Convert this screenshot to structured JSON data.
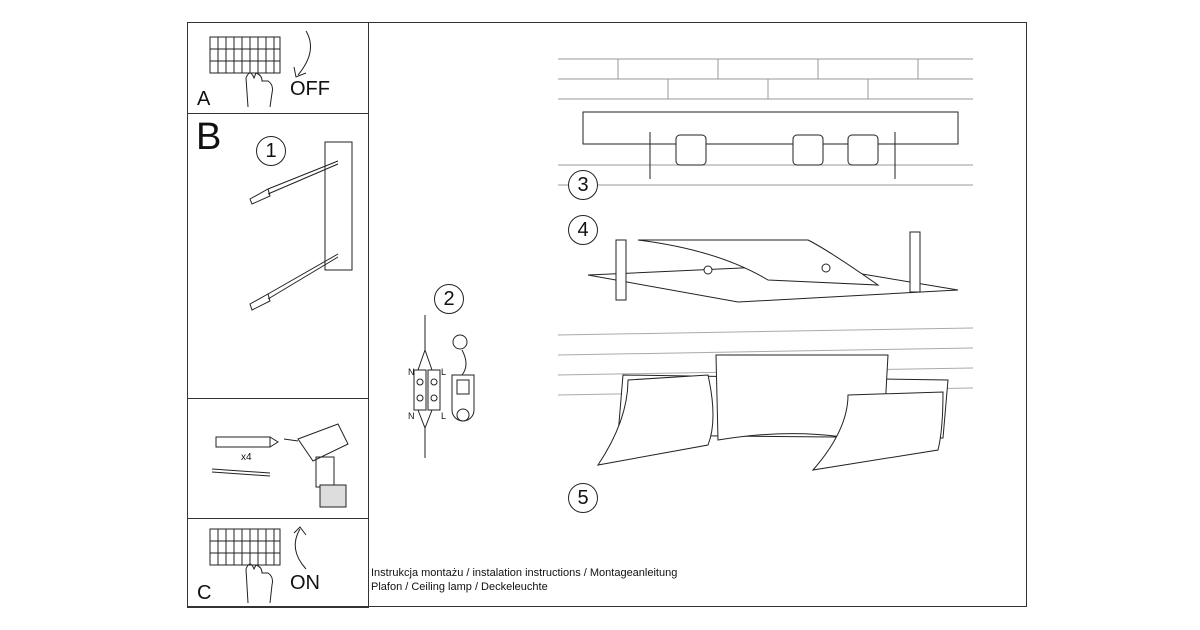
{
  "sections": {
    "a": {
      "letter": "A",
      "action": "OFF"
    },
    "b": {
      "letter": "B",
      "step1": "1"
    },
    "drill": {
      "quantity": "x4"
    },
    "c": {
      "letter": "C",
      "action": "ON"
    }
  },
  "steps": {
    "step2": "2",
    "step3": "3",
    "step4": "4",
    "step5": "5",
    "terminal": {
      "n_top": "N",
      "l_top": "L",
      "n_bottom": "N",
      "l_bottom": "L"
    }
  },
  "caption": {
    "line1": "Instrukcja montażu / instalation instructions / Montageanleitung",
    "line2": "Plafon / Ceiling lamp / Deckeleuchte"
  }
}
